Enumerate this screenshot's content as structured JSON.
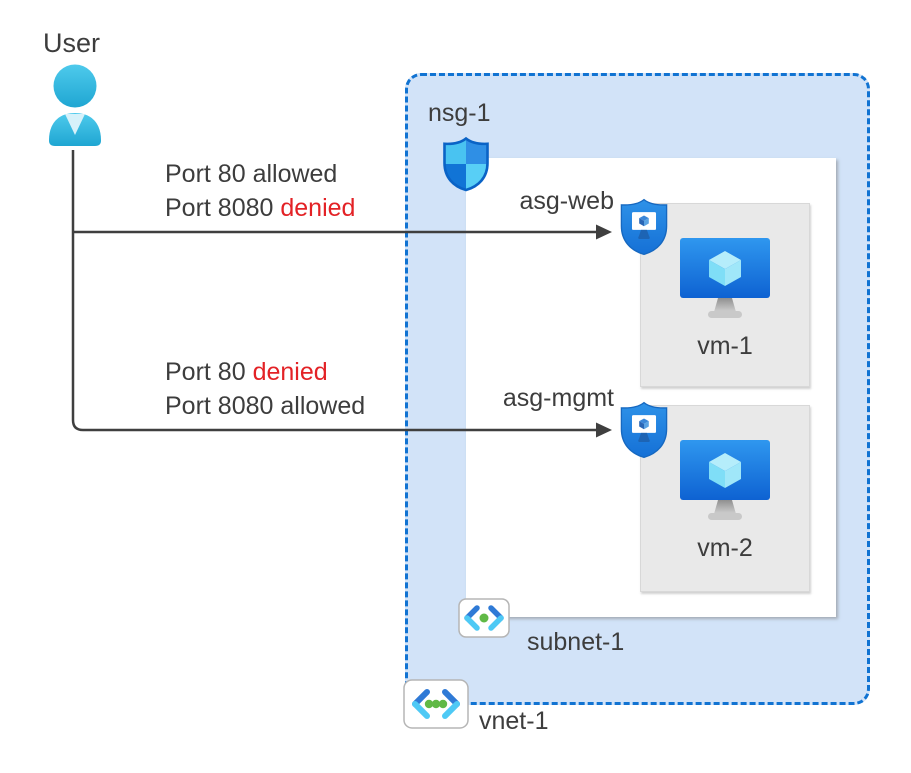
{
  "user": {
    "label": "User"
  },
  "flow_rules": [
    {
      "lines": [
        {
          "port": "Port 80",
          "status": "allowed",
          "denied": false
        },
        {
          "port": "Port 8080",
          "status": "denied",
          "denied": true
        }
      ]
    },
    {
      "lines": [
        {
          "port": "Port 80",
          "status": "denied",
          "denied": true
        },
        {
          "port": "Port 8080",
          "status": "allowed",
          "denied": false
        }
      ]
    }
  ],
  "network": {
    "nsg_label": "nsg-1",
    "subnet_label": "subnet-1",
    "vnet_label": "vnet-1",
    "asg_groups": [
      {
        "asg_label": "asg-web",
        "vm_label": "vm-1"
      },
      {
        "asg_label": "asg-mgmt",
        "vm_label": "vm-2"
      }
    ]
  },
  "icons": {
    "user-icon": "cyan person silhouette",
    "nsg-shield-icon": "blue quartered security shield",
    "asg-shield-icon": "blue shield containing white monitor",
    "vm-icon": "blue monitor with cyan cube and gray stand",
    "subnet-icon": "angle brackets with one green dot",
    "vnet-icon": "angle brackets with three green dots"
  },
  "colors": {
    "vnet_fill": "#d2e3f8",
    "vnet_border": "#1173d2",
    "denied_red": "#e32226",
    "text_dark": "#3d3d3d",
    "arrow": "#3f3f3f",
    "vm_card_fill": "#e9e9e9",
    "user_cyan": "#35bce2"
  }
}
